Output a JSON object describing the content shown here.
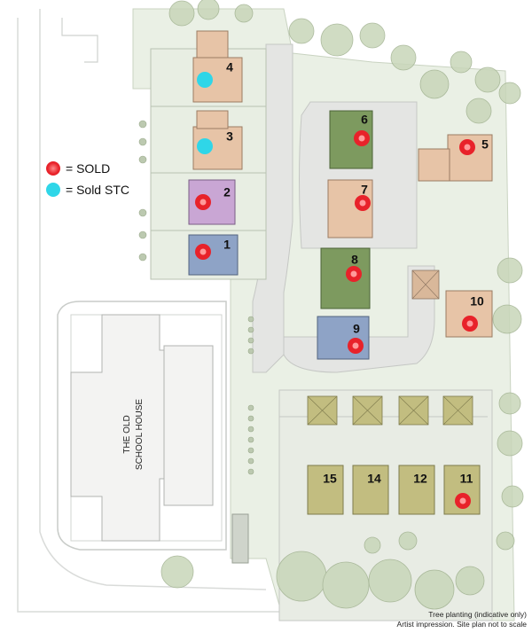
{
  "legend": {
    "sold_label": "= SOLD",
    "sold_stc_label": "= Sold STC",
    "sold_color": "#e8222a",
    "sold_stc_color": "#2fd6e8"
  },
  "building": {
    "line1": "THE OLD",
    "line2": "SCHOOL HOUSE"
  },
  "plots": [
    {
      "number": "1",
      "status": "sold"
    },
    {
      "number": "2",
      "status": "sold"
    },
    {
      "number": "3",
      "status": "sold_stc"
    },
    {
      "number": "4",
      "status": "sold_stc"
    },
    {
      "number": "5",
      "status": "sold"
    },
    {
      "number": "6",
      "status": "sold"
    },
    {
      "number": "7",
      "status": "sold"
    },
    {
      "number": "8",
      "status": "sold"
    },
    {
      "number": "9",
      "status": "sold"
    },
    {
      "number": "10",
      "status": "sold"
    },
    {
      "number": "11",
      "status": "sold"
    },
    {
      "number": "12",
      "status": "available"
    },
    {
      "number": "14",
      "status": "available"
    },
    {
      "number": "15",
      "status": "available"
    }
  ],
  "footnote": {
    "line1": "Tree planting (indicative only)",
    "line2": "Artist impression. Site plan not to scale"
  }
}
